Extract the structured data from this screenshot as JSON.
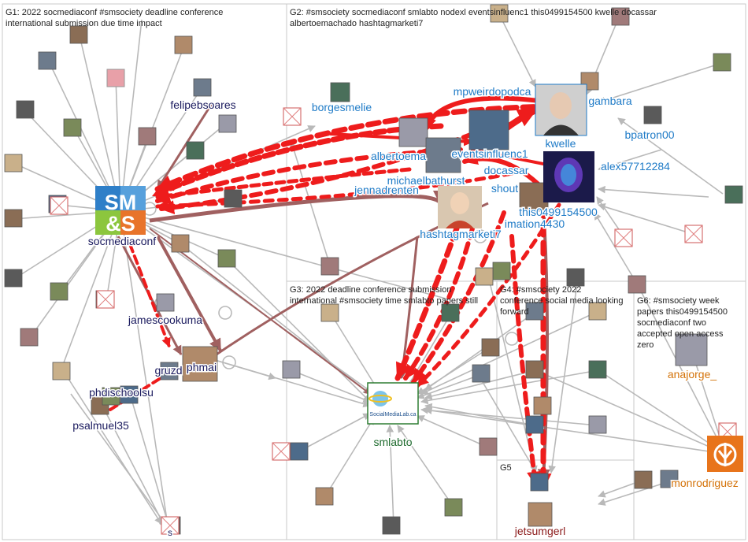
{
  "groups": [
    {
      "id": "G1",
      "caption": [
        "G1: 2022 socmediaconf #smsociety deadline conference",
        "international submission due time impact"
      ]
    },
    {
      "id": "G2",
      "caption": [
        "G2: #smsociety socmediaconf smlabto nodexl eventsinfluenc1 this0499154500 kwelle docassar",
        "albertoemachado hashtagmarketi7"
      ]
    },
    {
      "id": "G3",
      "caption": [
        "G3: 2022 deadline conference submission",
        "international #smsociety time smlabto papers still"
      ]
    },
    {
      "id": "G4",
      "caption": [
        "G4: #smsociety 2022",
        "conference social media looking",
        "forward"
      ]
    },
    {
      "id": "G5",
      "caption": [
        "G5"
      ]
    },
    {
      "id": "G6",
      "caption": [
        "G6: #smsociety week",
        "papers this0499154500",
        "socmediaconf two",
        "accepted open access",
        "zero"
      ]
    }
  ],
  "nodes": {
    "socmediaconf": "socmediaconf",
    "smlabto": "smlabto",
    "felipebsoares": "felipebsoares",
    "jamescookuma": "jamescookuma",
    "phmai": "phmai",
    "gruzd": "gruzd",
    "phdischoolsu": "phdischoolsu",
    "psalmuel35": "psalmuel35",
    "borgesmelie": "borgesmelie",
    "albertoemachado": "albertoema",
    "michaelbathurst": "michaelbathurst",
    "jennadrenten": "jennadrenten",
    "eventsinfluenc1": "eventsinfluenc1",
    "docassar": "docassar",
    "shout": "shout",
    "mpweirdopodcast": "mpweirdopodca",
    "kwelle": "kwelle",
    "gambara": "gambara",
    "bpatron00": "bpatron00",
    "alex57712284": "alex57712284",
    "this0499154500": "this0499154500",
    "imation4430": "imation4430",
    "hashtagmarketi7": "hashtagmarketi7",
    "anajorge": "anajorge_",
    "monrodriguez": "monrodriguez",
    "jetsumgerl": "jetsumgerl",
    "s": "s"
  },
  "colors": {
    "g1_label": "#1a1a5e",
    "g2_label": "#1f7bc7",
    "g3_label": "#1f6b2e",
    "g5_label": "#8b1a1a",
    "g6_label": "#d4730a",
    "edge_gray": "#b9b9b9",
    "edge_red": "#ee1c1c",
    "edge_brown": "#a06060",
    "group_border": "#c8c8c8"
  }
}
